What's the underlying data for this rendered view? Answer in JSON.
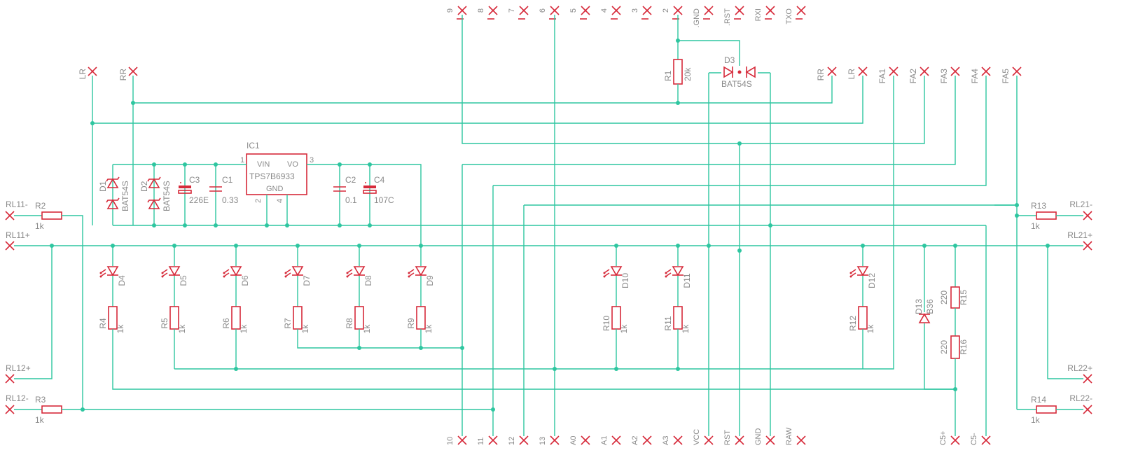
{
  "colors": {
    "wire": "#2ec6a0",
    "part": "#d62a3a",
    "label": "#8a8a8a",
    "background": "#ffffff"
  },
  "icons": {
    "connector": "x-mark-icon"
  },
  "top_pins": [
    "9",
    "8",
    "7",
    "6",
    "5",
    "4",
    "3",
    "2",
    ".GND",
    ".RST",
    "RXI",
    "TXO"
  ],
  "bottom_pins": [
    "10",
    "11",
    "12",
    "13",
    "A0",
    "A1",
    "A2",
    "A3",
    "VCC",
    "RST",
    "GND",
    "RAW",
    "C5+",
    "C5-"
  ],
  "mid_pins_left": [
    "LR",
    "RR"
  ],
  "mid_pins_right": [
    "RR",
    "LR",
    "FA1",
    "FA2",
    "FA3",
    "FA4",
    "FA5"
  ],
  "side_pins_left": [
    "RL11-",
    "RL11+",
    "RL12+",
    "RL12-"
  ],
  "side_pins_right": [
    "RL21-",
    "RL21+",
    "RL22+",
    "RL22-"
  ],
  "ic": {
    "ref": "IC1",
    "name": "TPS7B6933",
    "pin_vin": "VIN",
    "pin_vo": "VO",
    "pin_gnd": "GND",
    "pin1": "1",
    "pin2": "2",
    "pin3": "3",
    "pin4": "4"
  },
  "diodes_input": [
    {
      "ref": "D1",
      "value": "BAT54S"
    },
    {
      "ref": "D2",
      "value": "BAT54S"
    }
  ],
  "diode_d3": {
    "ref": "D3",
    "value": "BAT54S"
  },
  "diode_d13": {
    "ref": "D13",
    "value": "B36"
  },
  "capacitors": [
    {
      "ref": "C3",
      "value": "226E"
    },
    {
      "ref": "C1",
      "value": "0.33"
    },
    {
      "ref": "C2",
      "value": "0.1"
    },
    {
      "ref": "C4",
      "value": "107C"
    }
  ],
  "resistor_r1": {
    "ref": "R1",
    "value": "20k"
  },
  "side_resistors": [
    {
      "ref": "R2",
      "value": "1k"
    },
    {
      "ref": "R3",
      "value": "1k"
    },
    {
      "ref": "R13",
      "value": "1k"
    },
    {
      "ref": "R14",
      "value": "1k"
    }
  ],
  "leds": [
    {
      "ref": "D4",
      "res": "R4",
      "value": "1k"
    },
    {
      "ref": "D5",
      "res": "R5",
      "value": "1k"
    },
    {
      "ref": "D6",
      "res": "R6",
      "value": "1k"
    },
    {
      "ref": "D7",
      "res": "R7",
      "value": "1k"
    },
    {
      "ref": "D8",
      "res": "R8",
      "value": "1k"
    },
    {
      "ref": "D9",
      "res": "R9",
      "value": "1k"
    },
    {
      "ref": "D10",
      "res": "R10",
      "value": "1k"
    },
    {
      "ref": "D11",
      "res": "R11",
      "value": "1k"
    },
    {
      "ref": "D12",
      "res": "R12",
      "value": "1k"
    }
  ],
  "divider": [
    {
      "ref": "R15",
      "value": "220"
    },
    {
      "ref": "R16",
      "value": "220"
    }
  ]
}
